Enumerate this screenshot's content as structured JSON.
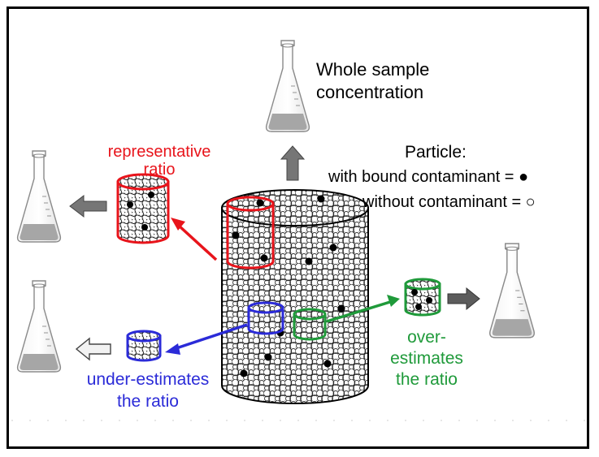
{
  "labels": {
    "whole_sample_line1": "Whole sample",
    "whole_sample_line2": "concentration",
    "legend_title": "Particle:",
    "legend_bound": "with bound contaminant = ●",
    "legend_without": "without contaminant = ○",
    "representative_line1": "representative",
    "representative_line2": "ratio",
    "under_line1": "under-estimates",
    "under_line2": "the ratio",
    "over_line1": "over-",
    "over_line2": "estimates",
    "over_line3": "the ratio"
  },
  "colors": {
    "representative": "#e8141b",
    "under": "#2b2bd8",
    "over": "#1f9a3a",
    "text": "#000000",
    "liquid": "#a6a6a6"
  },
  "icons": [
    "flask-icon",
    "arrow-icon",
    "particle-cylinder"
  ]
}
